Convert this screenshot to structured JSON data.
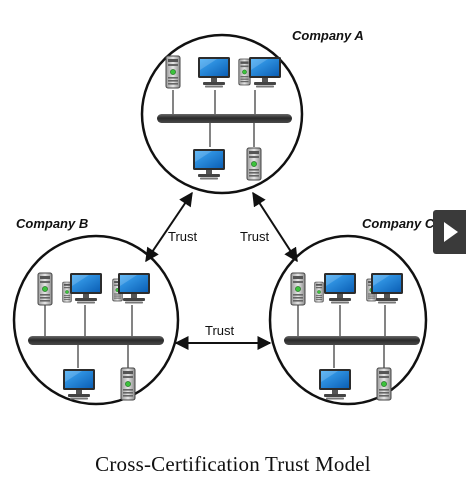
{
  "diagram": {
    "nodes": [
      {
        "id": "company-a",
        "label": "Company A"
      },
      {
        "id": "company-b",
        "label": "Company B"
      },
      {
        "id": "company-c",
        "label": "Company C"
      }
    ],
    "edges": [
      {
        "from": "company-a",
        "to": "company-b",
        "label": "Trust",
        "bidirectional": true
      },
      {
        "from": "company-a",
        "to": "company-c",
        "label": "Trust",
        "bidirectional": true
      },
      {
        "from": "company-b",
        "to": "company-c",
        "label": "Trust",
        "bidirectional": true
      }
    ],
    "icons": {
      "server": "server-tower-icon",
      "workstation": "desktop-computer-icon"
    }
  },
  "caption": "Cross-Certification Trust Model",
  "player": {
    "icon": "play-icon"
  }
}
